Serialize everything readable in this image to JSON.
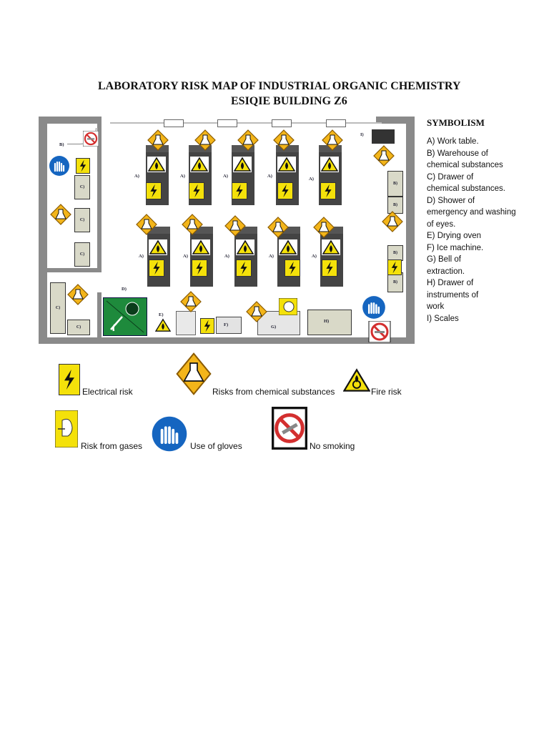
{
  "title": {
    "line1": "LABORATORY RISK MAP OF INDUSTRIAL ORGANIC CHEMISTRY",
    "line2": "ESIQIE BUILDING Z6"
  },
  "symbolism": {
    "heading": "SYMBOLISM",
    "items": "A)    Work    table.\nB) Warehouse of\nchemical substances\nC) Drawer of\nchemical substances.\nD) Shower of\nemergency and washing\nof eyes.\nE) Drying oven\nF) Ice machine.\nG) Bell of\nextraction.\nH) Drawer of\ninstruments of\nwork\nI) Scales"
  },
  "plan_labels": {
    "a": "A)",
    "b": "B)",
    "c": "C)",
    "d": "D)",
    "e": "E)",
    "f": "F)",
    "g": "G)",
    "h": "H)",
    "i": "I)"
  },
  "legend": {
    "electrical": "Electrical risk",
    "chemical": "Risks from chemical substances",
    "fire": "Fire risk",
    "gases": "Risk from gases",
    "gloves": "Use of gloves",
    "no_smoking": "No smoking"
  },
  "colors": {
    "warning_yellow": "#f4e10a",
    "sign_orange": "#f3b51a",
    "glove_blue": "#1565c0",
    "no_smoking_red": "#d32f2f",
    "shower_green": "#1e8a3c",
    "wall_gray": "#8a8a8a"
  }
}
